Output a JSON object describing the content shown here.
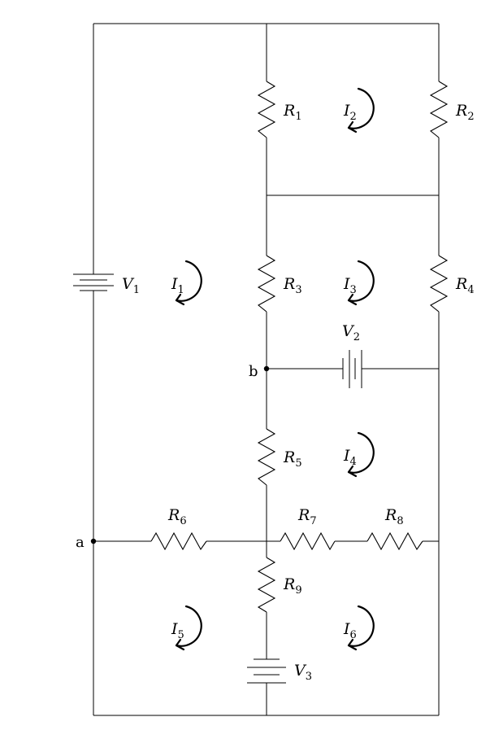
{
  "resistors": [
    {
      "letter": "R",
      "sub": "1"
    },
    {
      "letter": "R",
      "sub": "2"
    },
    {
      "letter": "R",
      "sub": "3"
    },
    {
      "letter": "R",
      "sub": "4"
    },
    {
      "letter": "R",
      "sub": "5"
    },
    {
      "letter": "R",
      "sub": "6"
    },
    {
      "letter": "R",
      "sub": "7"
    },
    {
      "letter": "R",
      "sub": "8"
    },
    {
      "letter": "R",
      "sub": "9"
    }
  ],
  "sources": [
    {
      "letter": "V",
      "sub": "1"
    },
    {
      "letter": "V",
      "sub": "2"
    },
    {
      "letter": "V",
      "sub": "3"
    }
  ],
  "currents": [
    {
      "letter": "I",
      "sub": "1"
    },
    {
      "letter": "I",
      "sub": "2"
    },
    {
      "letter": "I",
      "sub": "3"
    },
    {
      "letter": "I",
      "sub": "4"
    },
    {
      "letter": "I",
      "sub": "5"
    },
    {
      "letter": "I",
      "sub": "6"
    }
  ],
  "nodes": {
    "a": "a",
    "b": "b"
  }
}
